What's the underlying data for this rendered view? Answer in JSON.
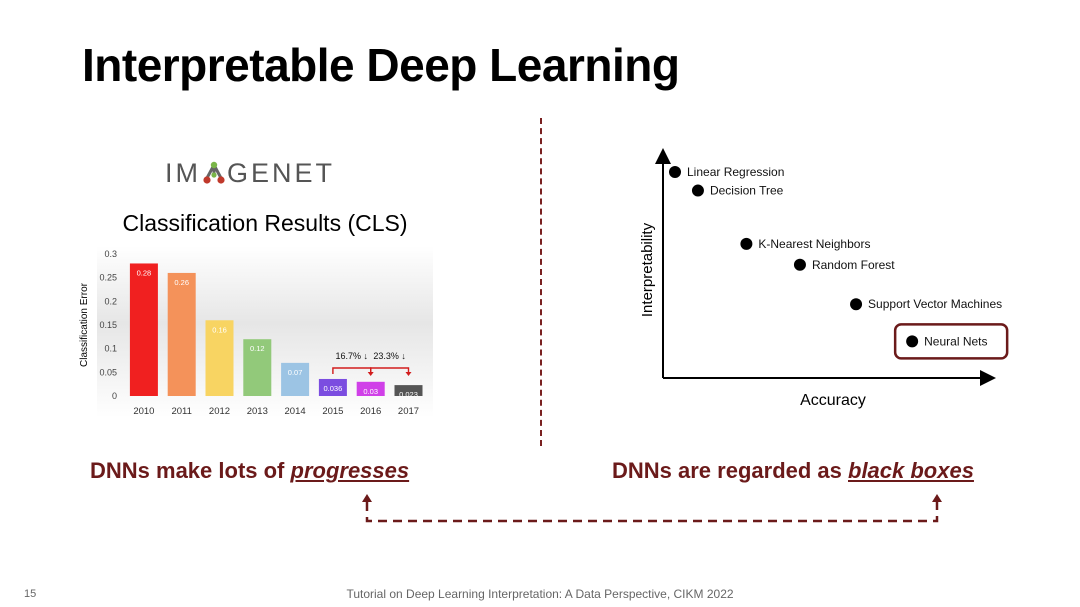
{
  "slide": {
    "title": "Interpretable Deep Learning",
    "page_number": "15",
    "footer": "Tutorial on Deep Learning Interpretation: A Data Perspective, CIKM 2022"
  },
  "left_panel": {
    "logo_text_left": "IM",
    "logo_text_right": "GENET",
    "chart_title": "Classification Results (CLS)",
    "caption_prefix": "DNNs make lots of ",
    "caption_emphasis": "progresses"
  },
  "right_panel": {
    "caption_prefix": "DNNs are regarded as ",
    "caption_emphasis": "black boxes"
  },
  "colors": {
    "accent": "#6b1a1a",
    "highlight_box": "#6b1a1a"
  },
  "chart_data": [
    {
      "type": "bar",
      "title": "Classification Results (CLS)",
      "ylabel": "Classification Error",
      "xlabel": "",
      "ylim": [
        0,
        0.3
      ],
      "yticks": [
        "0.3",
        "0.25",
        "0.2",
        "0.15",
        "0.1",
        "0.05",
        "0"
      ],
      "categories": [
        "2010",
        "2011",
        "2012",
        "2013",
        "2014",
        "2015",
        "2016",
        "2017"
      ],
      "values": [
        0.28,
        0.26,
        0.16,
        0.12,
        0.07,
        0.036,
        0.03,
        0.023
      ],
      "labels": [
        "0.28",
        "0.26",
        "0.16",
        "0.12",
        "0.07",
        "0.036",
        "0.03",
        "0.023"
      ],
      "bar_colors": [
        "#f02020",
        "#f4925a",
        "#f8d462",
        "#92c97a",
        "#9cc4e4",
        "#7b4de0",
        "#d040e8",
        "#555555"
      ],
      "annotations": [
        {
          "text": "16.7% ↓",
          "from": "2015",
          "to": "2016"
        },
        {
          "text": "23.3% ↓",
          "from": "2016",
          "to": "2017"
        }
      ]
    },
    {
      "type": "scatter",
      "xlabel": "Accuracy",
      "ylabel": "Interpretability",
      "points": [
        {
          "label": "Linear Regression",
          "x": 1,
          "y": 10,
          "highlight": false
        },
        {
          "label": "Decision Tree",
          "x": 1.9,
          "y": 9.2,
          "highlight": false
        },
        {
          "label": "K-Nearest Neighbors",
          "x": 3.8,
          "y": 6.9,
          "highlight": false
        },
        {
          "label": "Random Forest",
          "x": 5.9,
          "y": 6.0,
          "highlight": false
        },
        {
          "label": "Support Vector Machines",
          "x": 8.1,
          "y": 4.3,
          "highlight": false
        },
        {
          "label": "Neural Nets",
          "x": 10.3,
          "y": 2.7,
          "highlight": true
        }
      ]
    }
  ]
}
